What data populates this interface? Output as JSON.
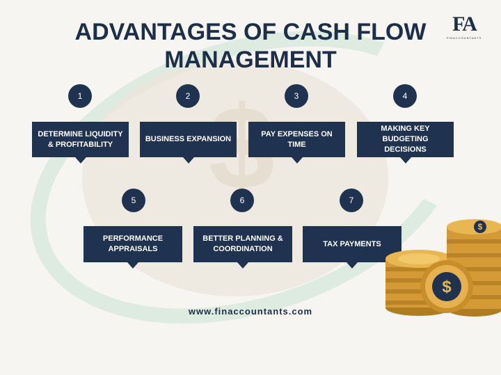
{
  "title": "ADVANTAGES OF CASH FLOW MANAGEMENT",
  "logo": {
    "mark": "FA",
    "sub": "FINACCOUNTANTS"
  },
  "steps": [
    {
      "number": "1",
      "label": "DETERMINE LIQUIDITY & PROFITABILITY"
    },
    {
      "number": "2",
      "label": "BUSINESS EXPANSION"
    },
    {
      "number": "3",
      "label": "PAY EXPENSES ON TIME"
    },
    {
      "number": "4",
      "label": "MAKING KEY BUDGETING DECISIONS"
    },
    {
      "number": "5",
      "label": "PERFORMANCE APPRAISALS"
    },
    {
      "number": "6",
      "label": "BETTER PLANNING & COORDINATION"
    },
    {
      "number": "7",
      "label": "TAX PAYMENTS"
    }
  ],
  "footer": "www.finaccountants.com",
  "coin_symbol": "$",
  "colors": {
    "navy": "#1f3250",
    "gold": "#d9a441",
    "background": "#f6f5f1"
  }
}
